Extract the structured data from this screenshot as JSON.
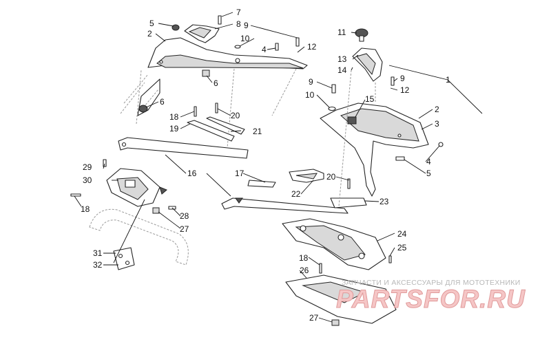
{
  "diagram": {
    "callouts": {
      "c1": "1",
      "c2a": "2",
      "c2b": "2",
      "c3": "3",
      "c4a": "4",
      "c4b": "4",
      "c5a": "5",
      "c5b": "5",
      "c6a": "6",
      "c6b": "6",
      "c7": "7",
      "c8": "8",
      "c9a": "9",
      "c9b": "9",
      "c10a": "10",
      "c10b": "10",
      "c11": "11",
      "c12a": "12",
      "c12b": "12",
      "c13": "13",
      "c14": "14",
      "c15": "15",
      "c16": "16",
      "c17": "17",
      "c18a": "18",
      "c18b": "18",
      "c18c": "18",
      "c19": "19",
      "c20a": "20",
      "c20b": "20",
      "c21": "21",
      "c22": "22",
      "c23": "23",
      "c24": "24",
      "c25": "25",
      "c26": "26",
      "c27a": "27",
      "c27b": "27",
      "c28": "28",
      "c29": "29",
      "c30": "30",
      "c31": "31",
      "c32": "32"
    }
  },
  "watermark": {
    "tagline": "ЗАПЧАСТИ И АКСЕССУАРЫ ДЛЯ МОТОТЕХНИКИ",
    "logo": "PARTSFOR.RU"
  }
}
